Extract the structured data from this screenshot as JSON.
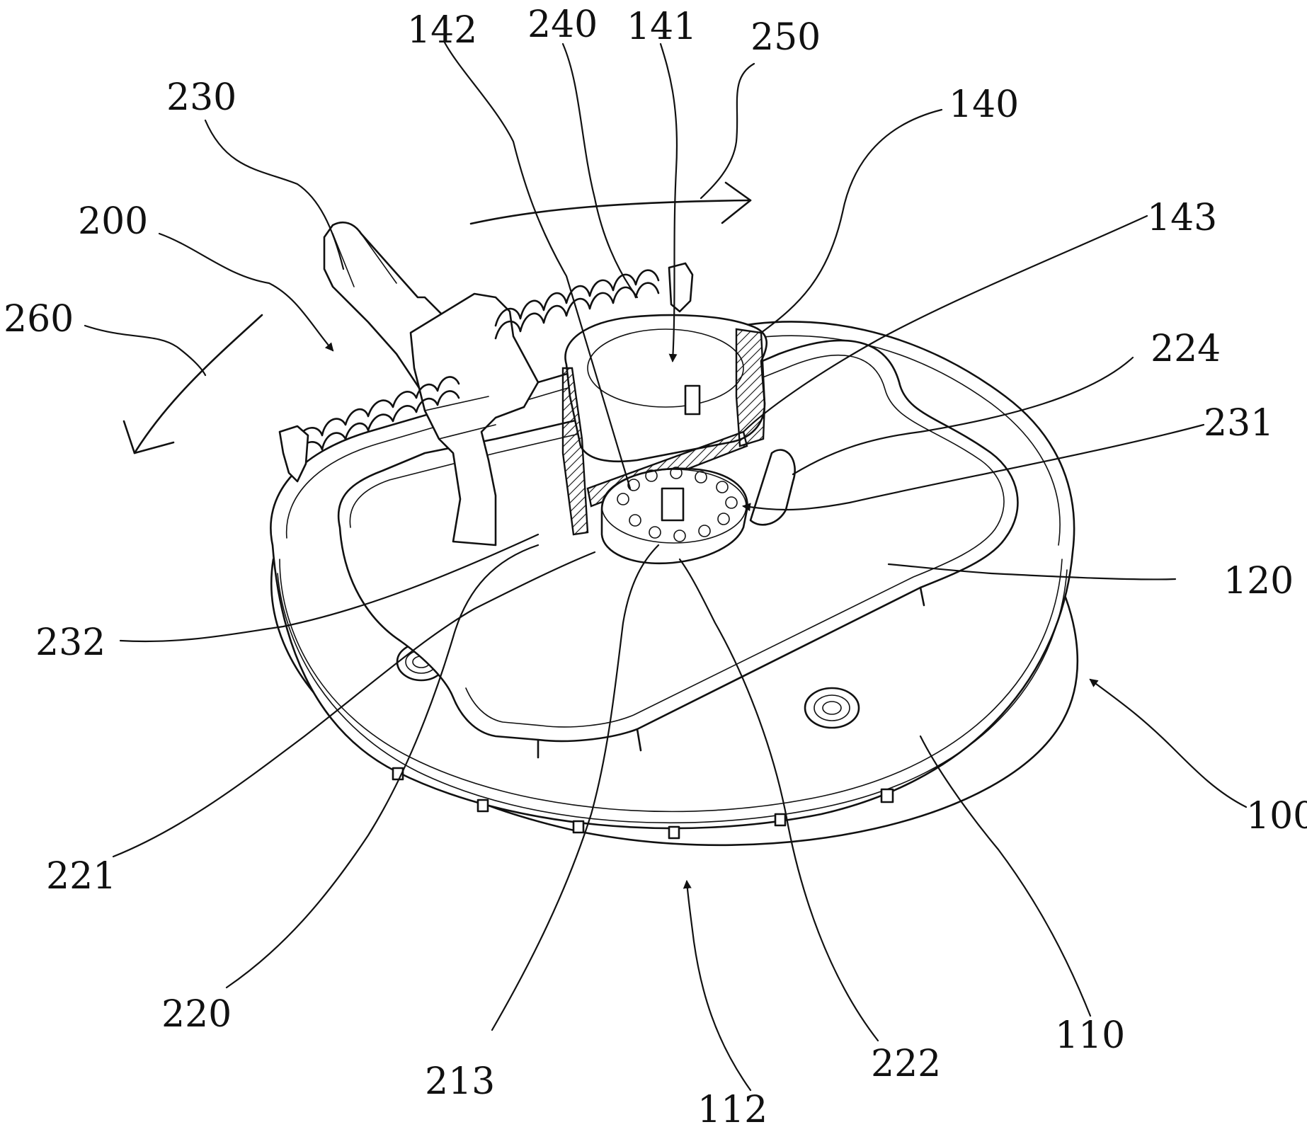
{
  "labels": {
    "l142": "142",
    "l240": "240",
    "l141": "141",
    "l250": "250",
    "l230": "230",
    "l140": "140",
    "l200": "200",
    "l143": "143",
    "l260": "260",
    "l224": "224",
    "l231": "231",
    "l120": "120",
    "l232": "232",
    "l100": "100",
    "l221": "221",
    "l220": "220",
    "l110": "110",
    "l213": "213",
    "l222": "222",
    "l112": "112"
  }
}
